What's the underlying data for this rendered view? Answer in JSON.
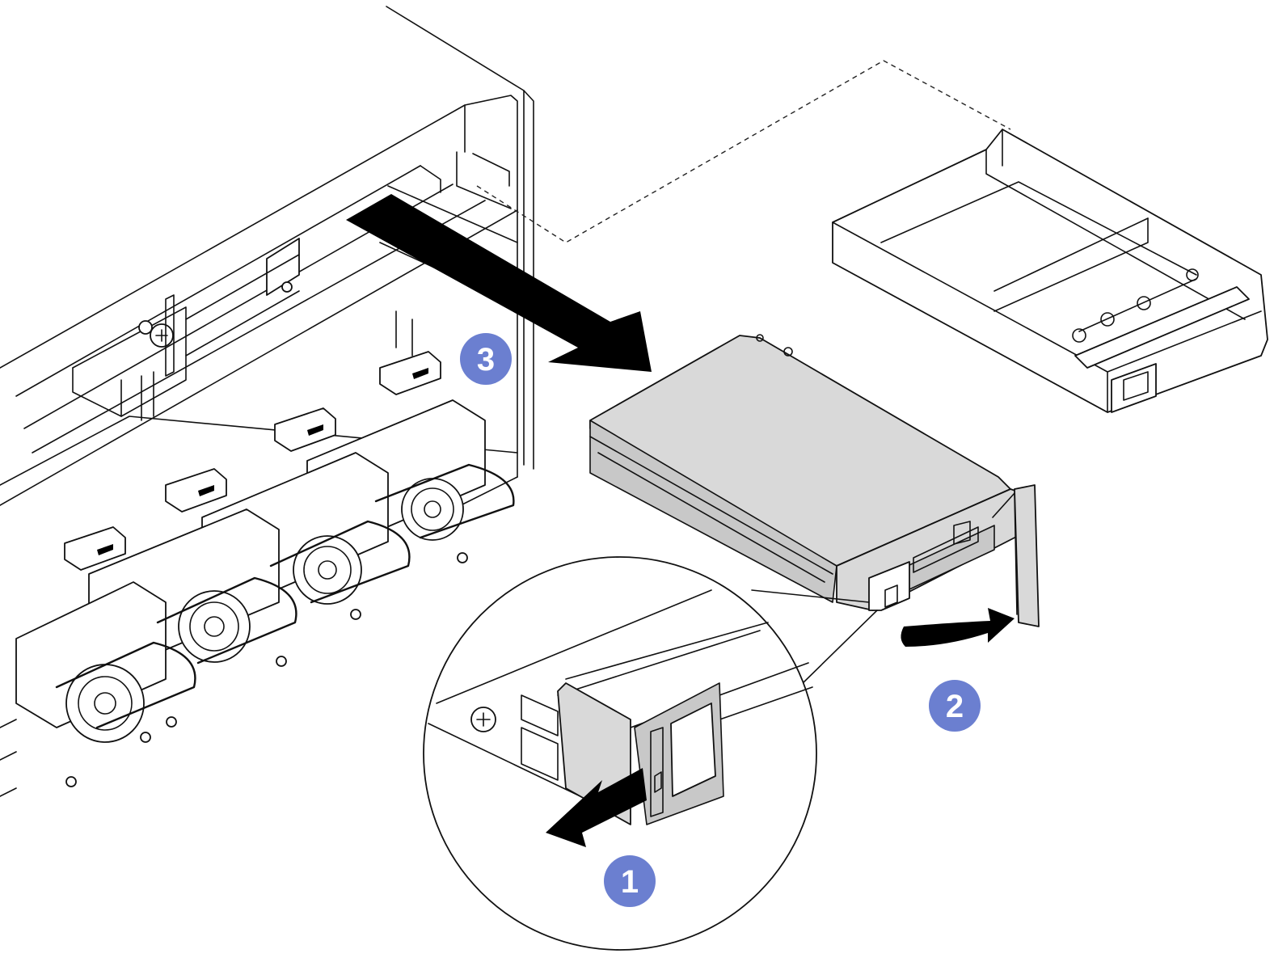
{
  "callouts": [
    {
      "label": "1",
      "color": "#6b7fd0"
    },
    {
      "label": "2",
      "color": "#6b7fd0"
    },
    {
      "label": "3",
      "color": "#6b7fd0"
    }
  ],
  "icons": [
    "server-chassis-icon",
    "drive-bay-filler-icon",
    "hot-swap-drive-icon",
    "release-latch-detail-icon",
    "arrow-icon"
  ]
}
